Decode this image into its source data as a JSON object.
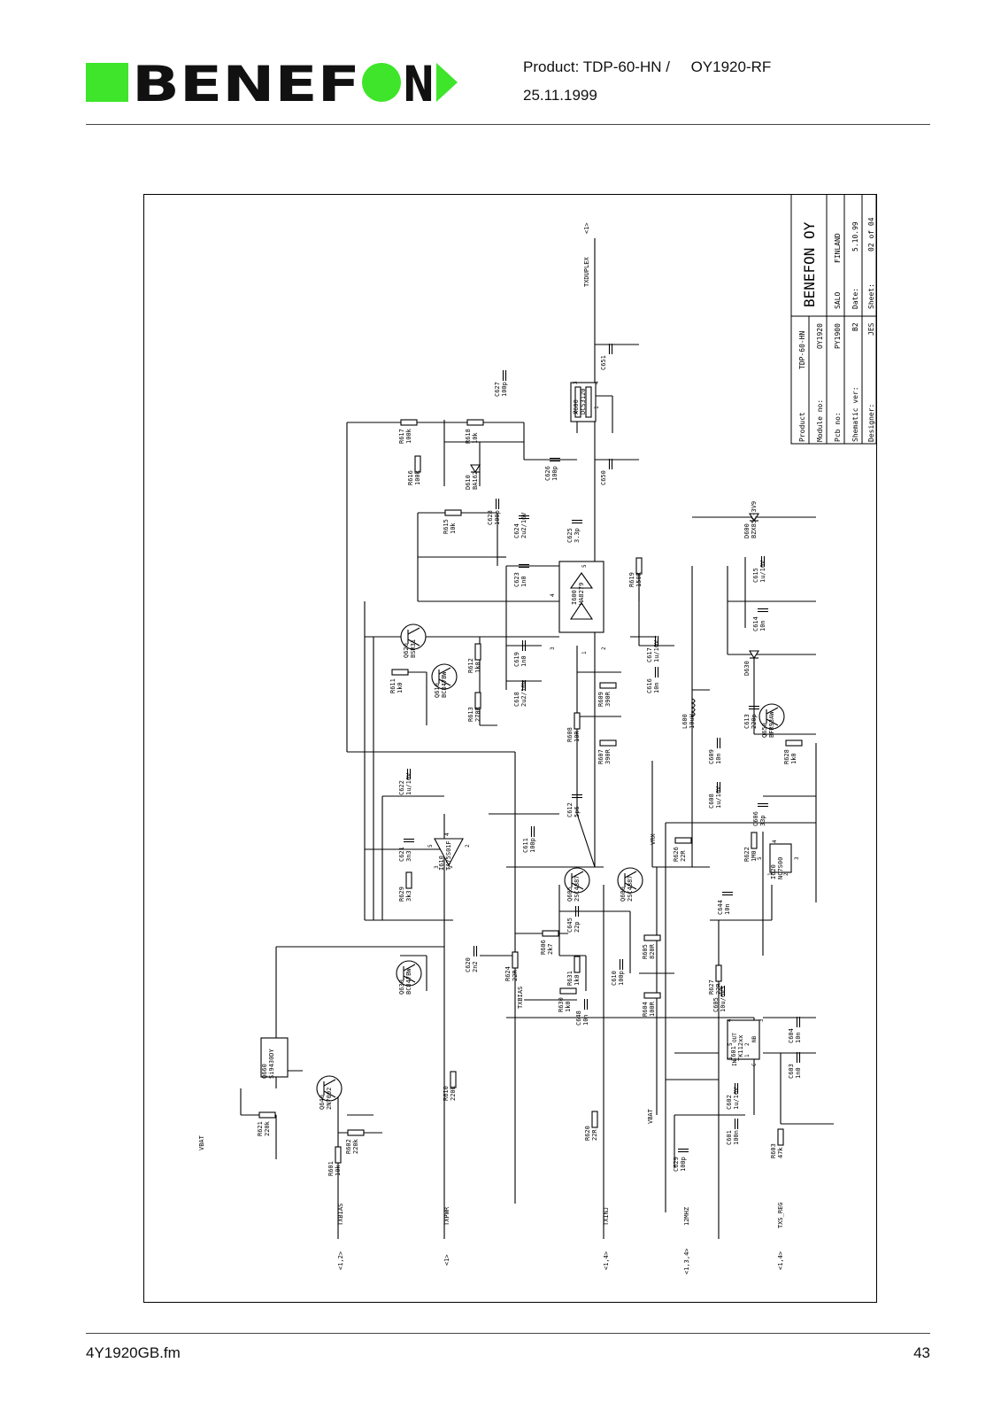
{
  "header": {
    "brand": "BENEFON",
    "product_line": "Product: TDP-60-HN /     OY1920-RF",
    "date": "25.11.1999",
    "brand_color": "#3ee52a"
  },
  "title_block": {
    "company": "BENEFON OY",
    "city": "SALO",
    "country": "FINLAND",
    "date_label": "Date:",
    "date_value": "5.10.99",
    "sheet_label": "Sheet:",
    "sheet_value": "02 of 04",
    "product_label": "Product",
    "product_value": "TDP-60-HN",
    "module_label": "Module no:",
    "module_value": "OY1920",
    "pcb_label": "Pcb no:",
    "pcb_value": "PY1900",
    "schematic_label": "Shematic ver:",
    "schematic_value": "B2",
    "designer_label": "Designer:",
    "designer_value": "JES"
  },
  "schematic": {
    "components": [
      {
        "ref": "X600",
        "value": "DCS3120"
      },
      {
        "ref": "C651",
        "value": ""
      },
      {
        "ref": "C650",
        "value": ""
      },
      {
        "ref": "C627",
        "value": "100p"
      },
      {
        "ref": "C626",
        "value": "100p"
      },
      {
        "ref": "R617",
        "value": "100k"
      },
      {
        "ref": "R618",
        "value": "10k"
      },
      {
        "ref": "R616",
        "value": "100k"
      },
      {
        "ref": "D610",
        "value": "BA162"
      },
      {
        "ref": "C628",
        "value": "100p"
      },
      {
        "ref": "R615",
        "value": "10k"
      },
      {
        "ref": "C624",
        "value": "2u2/16V"
      },
      {
        "ref": "C623",
        "value": "1n0"
      },
      {
        "ref": "C625",
        "value": "3.3p"
      },
      {
        "ref": "I600",
        "value": "HA8279"
      },
      {
        "ref": "R619",
        "value": "150R"
      },
      {
        "ref": "C617",
        "value": "1u/10V"
      },
      {
        "ref": "C616",
        "value": "10n"
      },
      {
        "ref": "Q620",
        "value": "BSR31"
      },
      {
        "ref": "Q610",
        "value": "BC847BW"
      },
      {
        "ref": "R612",
        "value": "1k0"
      },
      {
        "ref": "R613",
        "value": "270R"
      },
      {
        "ref": "R611",
        "value": "1k0"
      },
      {
        "ref": "C619",
        "value": "1n0"
      },
      {
        "ref": "C618",
        "value": "2u2/16V"
      },
      {
        "ref": "R609",
        "value": "390R"
      },
      {
        "ref": "R608",
        "value": "10R"
      },
      {
        "ref": "R607",
        "value": "390R"
      },
      {
        "ref": "C622",
        "value": "1u/10V"
      },
      {
        "ref": "C621",
        "value": "3n3"
      },
      {
        "ref": "I610",
        "value": "TA75S01F"
      },
      {
        "ref": "R629",
        "value": "3k3"
      },
      {
        "ref": "C612",
        "value": "5p6"
      },
      {
        "ref": "C611",
        "value": "100p"
      },
      {
        "ref": "Q605",
        "value": "2SC4887"
      },
      {
        "ref": "Q600",
        "value": "2SC4887"
      },
      {
        "ref": "C645",
        "value": "22p"
      },
      {
        "ref": "R606",
        "value": "2k7"
      },
      {
        "ref": "R605",
        "value": "820R"
      },
      {
        "ref": "R624",
        "value": "22R"
      },
      {
        "ref": "R631",
        "value": "1k0"
      },
      {
        "ref": "R630",
        "value": "1k0"
      },
      {
        "ref": "C648",
        "value": "10n"
      },
      {
        "ref": "C610",
        "value": "100p"
      },
      {
        "ref": "R604",
        "value": "100R"
      },
      {
        "ref": "C620",
        "value": "2n2"
      },
      {
        "ref": "Q630",
        "value": "BC847BW"
      },
      {
        "ref": "Q660",
        "value": "Si9430DY"
      },
      {
        "ref": "Q640",
        "value": "2N7002"
      },
      {
        "ref": "R621",
        "value": "220k"
      },
      {
        "ref": "R602",
        "value": "220k"
      },
      {
        "ref": "R601",
        "value": "10k"
      },
      {
        "ref": "R610",
        "value": "220k"
      },
      {
        "ref": "R620",
        "value": "22R"
      },
      {
        "ref": "D600",
        "value": "BZX85C-3V9"
      },
      {
        "ref": "C615",
        "value": "1u/10V"
      },
      {
        "ref": "C614",
        "value": "10n"
      },
      {
        "ref": "D630",
        "value": ""
      },
      {
        "ref": "C613",
        "value": "220p"
      },
      {
        "ref": "L600",
        "value": "10uH"
      },
      {
        "ref": "Q650",
        "value": "BFR93AW"
      },
      {
        "ref": "C609",
        "value": "10n"
      },
      {
        "ref": "C608",
        "value": "1u/10V"
      },
      {
        "ref": "C606",
        "value": "33p"
      },
      {
        "ref": "R628",
        "value": "1k0"
      },
      {
        "ref": "R622",
        "value": "1M0"
      },
      {
        "ref": "I620",
        "value": "NC7S00"
      },
      {
        "ref": "R626",
        "value": "22R"
      },
      {
        "ref": "C644",
        "value": "10n"
      },
      {
        "ref": "R627",
        "value": "22R"
      },
      {
        "ref": "C605",
        "value": "10u/6V3"
      },
      {
        "ref": "I601",
        "value": "TK112xx"
      },
      {
        "ref": "C604",
        "value": "10n"
      },
      {
        "ref": "C603",
        "value": "1n0"
      },
      {
        "ref": "C602",
        "value": "1u/16V"
      },
      {
        "ref": "C601",
        "value": "100n"
      },
      {
        "ref": "R603",
        "value": "47k"
      },
      {
        "ref": "C629",
        "value": "100p"
      }
    ],
    "nets": {
      "txduplex": "TXDUPLEX",
      "txbias_in": "TXBIAS",
      "txbias_mid": "TXBIAS",
      "txpwr": "TXPWR",
      "txinj": "TXINJ",
      "clk": "12MHZ",
      "txs_reg": "TXS_REG",
      "vbat1": "VBAT",
      "vbat2": "VBAT",
      "vrx": "VRX"
    },
    "sheet_refs": {
      "top": "<1>",
      "txbias": "<1,2>",
      "txpwr": "<1>",
      "txinj": "<1,4>",
      "clk": "<1,3,4>",
      "txs_reg": "<1,4>"
    },
    "pin_labels": {
      "x600_p1": "1",
      "x600_p2": "2",
      "x600_p3": "3",
      "x600_p4": "4",
      "i600_p1": "1",
      "i600_p2": "2",
      "i600_p3": "3",
      "i600_p4": "4",
      "i600_p5": "5",
      "i610_p1": "1",
      "i610_p2": "2",
      "i610_p3": "3",
      "i610_p4": "4",
      "i610_p5": "5",
      "i620_p1": "1",
      "i620_p2": "2",
      "i620_p3": "3",
      "i620_p4": "4",
      "i620_p5": "5",
      "i601_p1": "1",
      "i601_p2": "2",
      "i601_p3": "3",
      "i601_p4": "4",
      "i601_p5": "5",
      "i601_p6": "6",
      "i601_out": "OUT",
      "i601_nb": "NB",
      "i601_in": "IN",
      "i601_c": "C"
    }
  },
  "footer": {
    "filename": "4Y1920GB.fm",
    "page_number": "43"
  }
}
